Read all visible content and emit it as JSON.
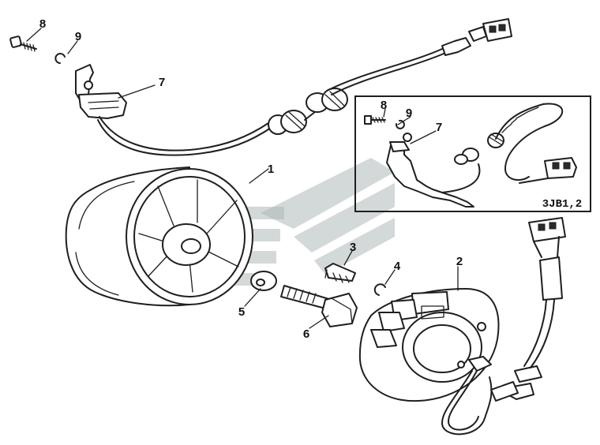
{
  "callouts": {
    "c1": "1",
    "c2": "2",
    "c3": "3",
    "c4": "4",
    "c5": "5",
    "c6": "6",
    "c7": "7",
    "c8": "8",
    "c9": "9",
    "inset_c7": "7",
    "inset_c8": "8",
    "inset_c9": "9"
  },
  "inset": {
    "label": "3JB1,2"
  },
  "colors": {
    "line": "#1f1f1f",
    "watermark": "#aeb8ba",
    "background": "#ffffff"
  }
}
